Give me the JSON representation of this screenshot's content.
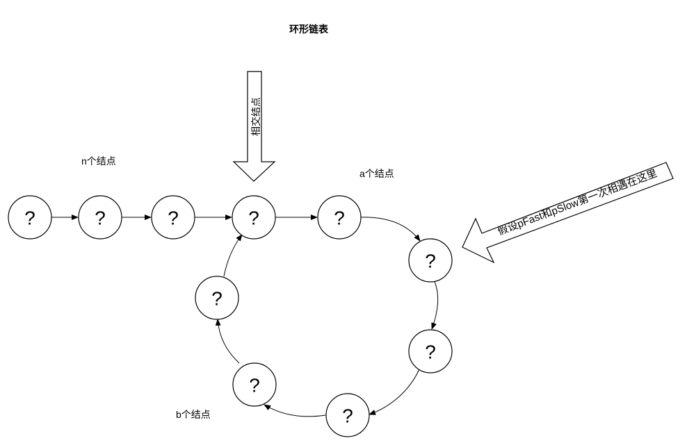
{
  "title": "环形链表",
  "labels": {
    "n_nodes": "n个结点",
    "a_nodes": "a个结点",
    "b_nodes": "b个结点",
    "intersection": "相交结点",
    "meeting": "假设pFast和pSlow第一次相遇在这里"
  },
  "nodes": [
    "?",
    "?",
    "?",
    "?",
    "?",
    "?",
    "?",
    "?",
    "?",
    "?"
  ]
}
